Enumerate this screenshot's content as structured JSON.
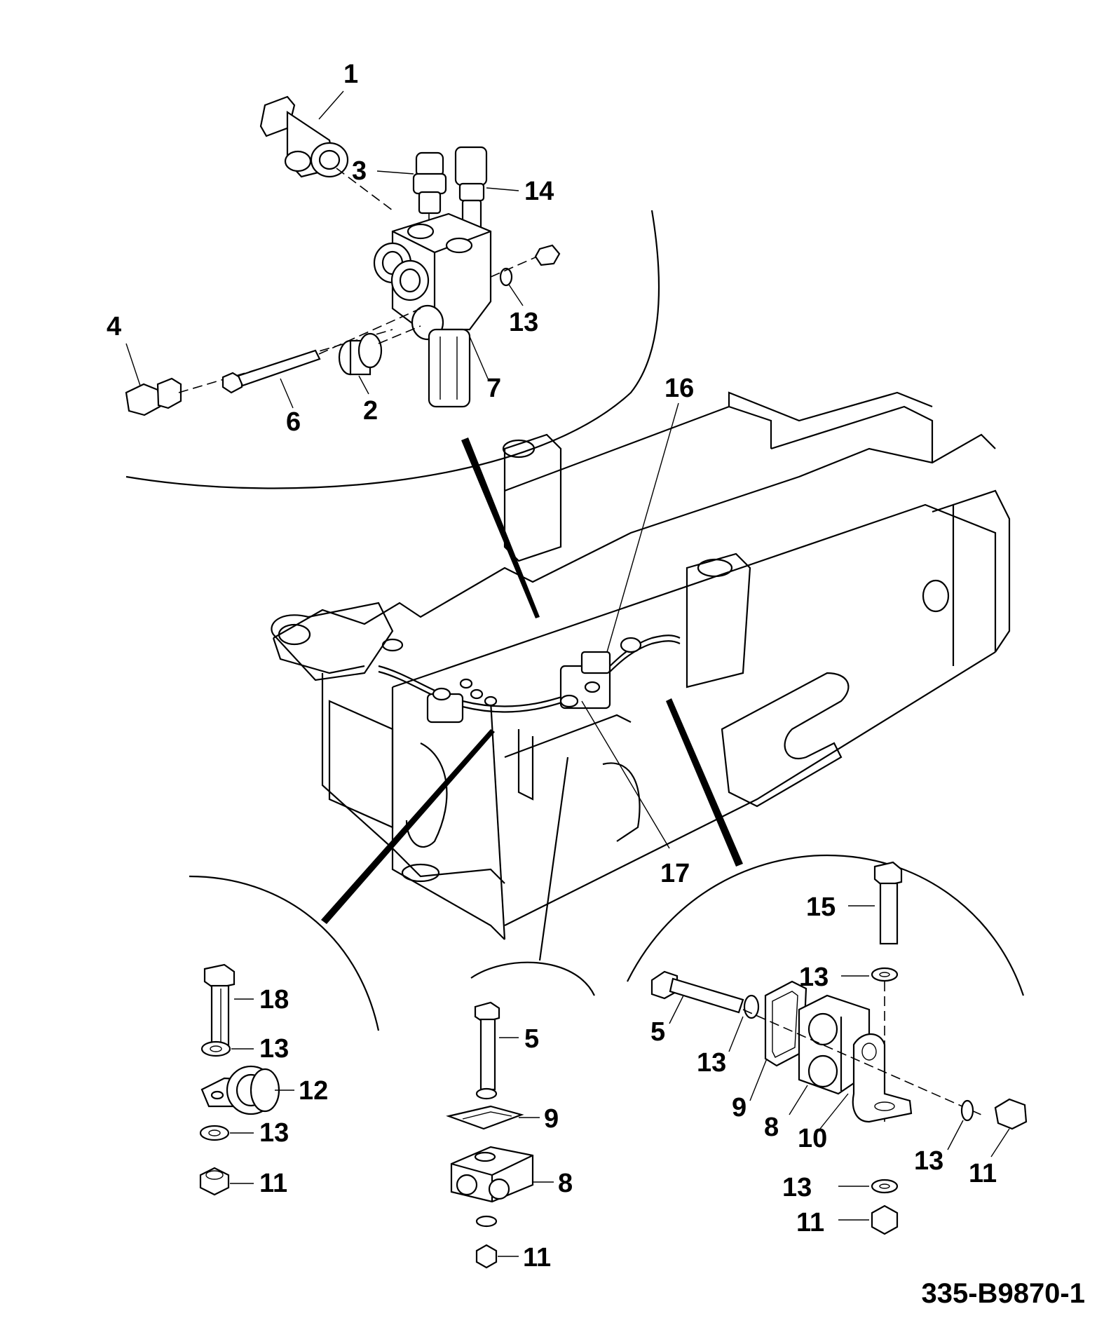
{
  "drawing": {
    "reference": "335-B9870-1"
  },
  "callouts": {
    "valve_detail": {
      "c1": "1",
      "c3": "3",
      "c14": "14",
      "c13": "13",
      "c4": "4",
      "c6": "6",
      "c2": "2",
      "c7": "7"
    },
    "frame": {
      "c16": "16",
      "c17": "17"
    },
    "left_detail": {
      "c18": "18",
      "c13a": "13",
      "c12": "12",
      "c13b": "13",
      "c11": "11"
    },
    "middle_detail": {
      "c5": "5",
      "c9": "9",
      "c8": "8",
      "c11": "11"
    },
    "right_detail": {
      "c15": "15",
      "c13a": "13",
      "c5": "5",
      "c13b": "13",
      "c9": "9",
      "c8": "8",
      "c10": "10",
      "c13c": "13",
      "c11a": "11",
      "c13d": "13",
      "c11b": "11"
    }
  },
  "colors": {
    "line": "#000000",
    "background": "#ffffff"
  }
}
